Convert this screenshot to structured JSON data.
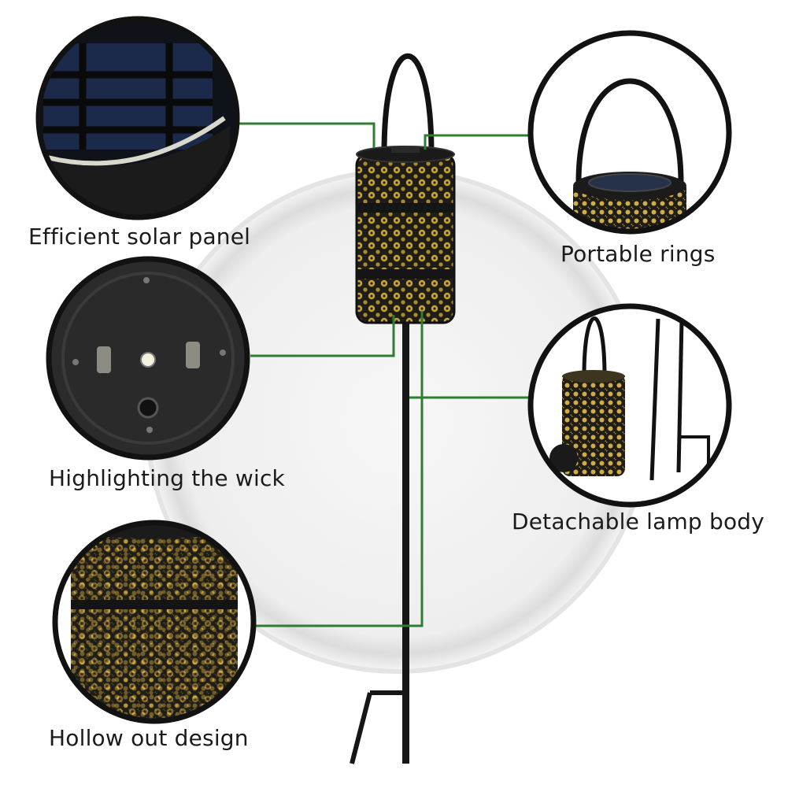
{
  "features": {
    "solar_panel": "Efficient solar panel",
    "portable_rings": "Portable rings",
    "highlighting_wick": "Highlighting the wick",
    "detachable_body": "Detachable lamp body",
    "hollow_design": "Hollow out design"
  },
  "colors": {
    "leader_line": "#2e7d32",
    "background_disc": "#dedede",
    "lantern_metal": "#1e1f1e",
    "lantern_glow": "#c9a23a",
    "callout_ring": "#121212"
  }
}
